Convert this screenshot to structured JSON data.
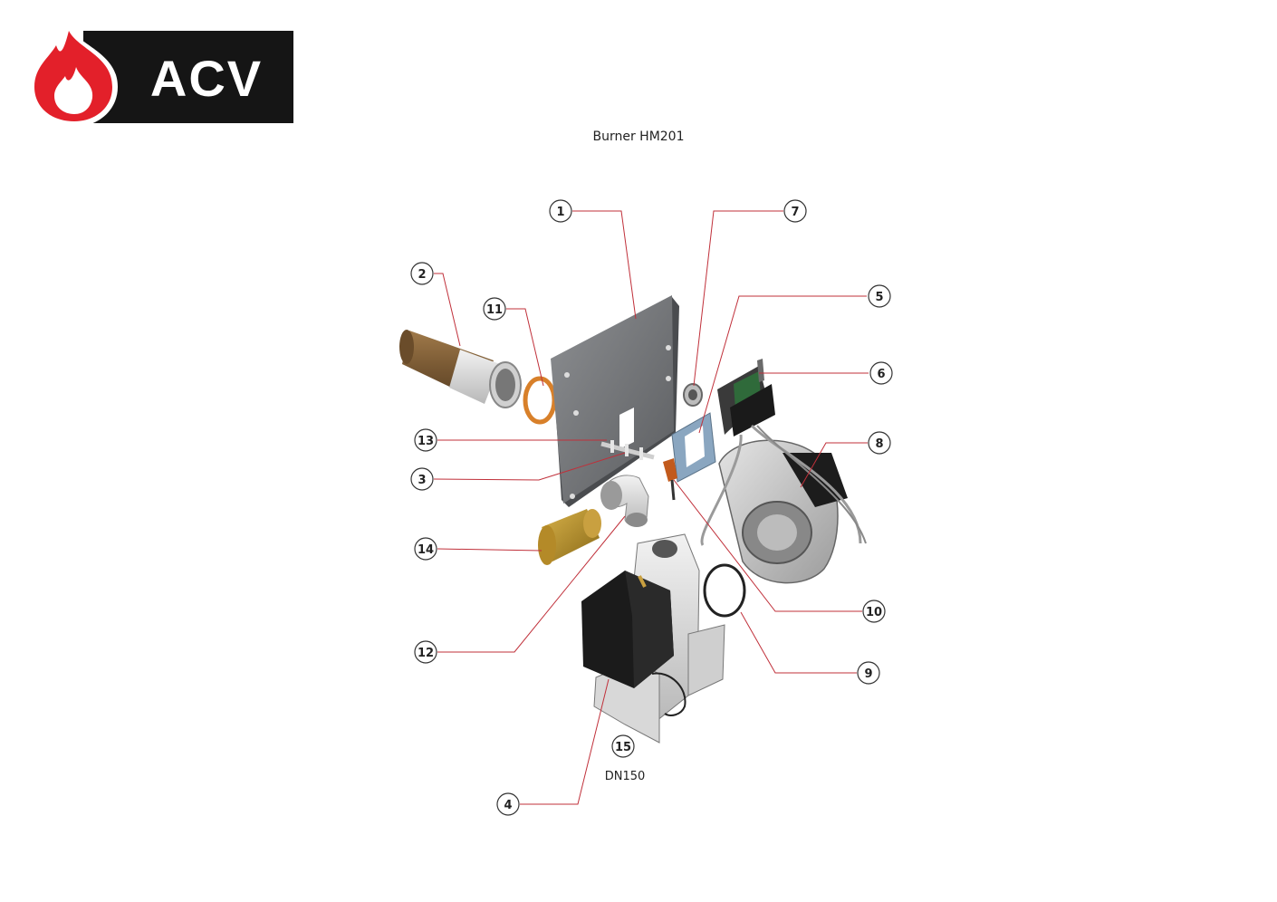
{
  "brand": {
    "name": "ACV",
    "colors": {
      "red": "#e3202a",
      "black": "#151515",
      "white": "#ffffff"
    }
  },
  "title": "Burner HM201",
  "callouts": [
    {
      "n": "1"
    },
    {
      "n": "2"
    },
    {
      "n": "3"
    },
    {
      "n": "4"
    },
    {
      "n": "5"
    },
    {
      "n": "6"
    },
    {
      "n": "7"
    },
    {
      "n": "8"
    },
    {
      "n": "9"
    },
    {
      "n": "10"
    },
    {
      "n": "11"
    },
    {
      "n": "12"
    },
    {
      "n": "13"
    },
    {
      "n": "14"
    },
    {
      "n": "15"
    }
  ],
  "sublabel": "DN150",
  "colors": {
    "leader": "#c0303a",
    "circle_stroke": "#333333"
  }
}
